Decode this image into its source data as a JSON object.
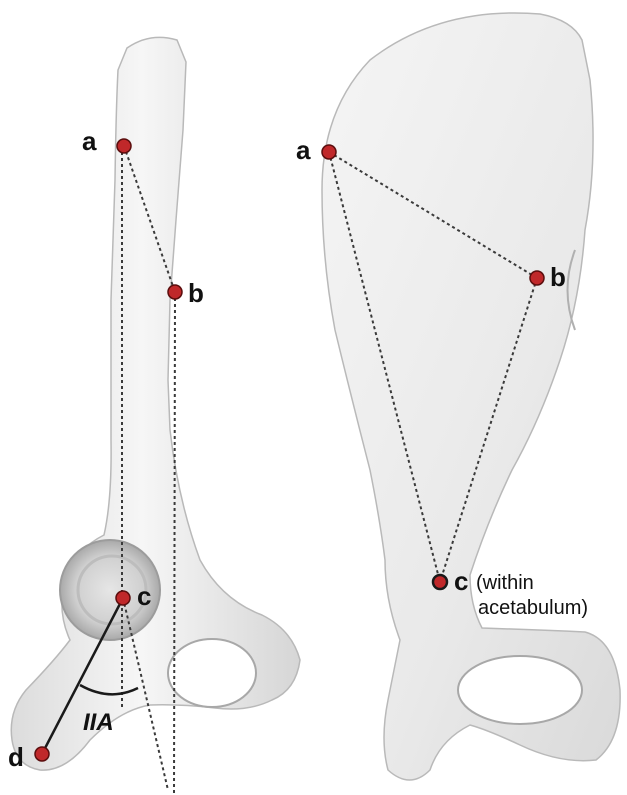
{
  "left_panel": {
    "landmarks": [
      {
        "id": "a",
        "label": "a"
      },
      {
        "id": "b",
        "label": "b"
      },
      {
        "id": "c",
        "label": "c"
      },
      {
        "id": "d",
        "label": "d"
      }
    ],
    "angle_label": "IIA"
  },
  "right_panel": {
    "landmarks": [
      {
        "id": "a",
        "label": "a"
      },
      {
        "id": "b",
        "label": "b"
      },
      {
        "id": "c",
        "label": "c"
      }
    ],
    "c_note_line1": "(within",
    "c_note_line2": "acetabulum)"
  },
  "colors": {
    "bone_fill": "#ececec",
    "bone_stroke": "#b9b9b9",
    "landmark_fill": "#c0282a",
    "landmark_stroke": "#5a0d0d",
    "line": "#3a3a3a"
  }
}
